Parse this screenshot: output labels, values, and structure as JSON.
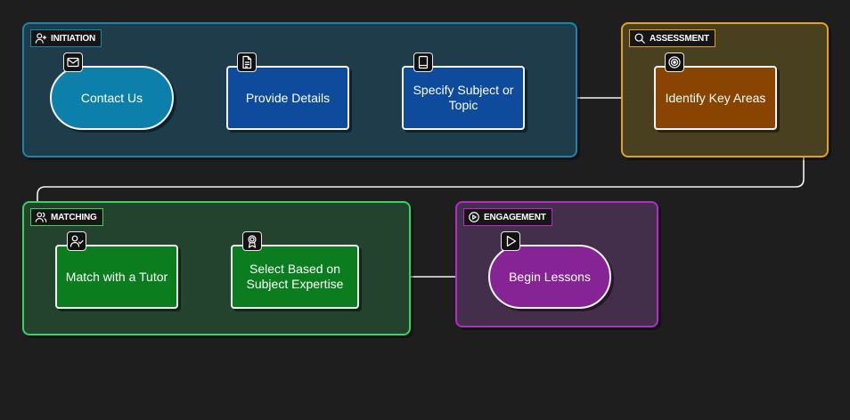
{
  "groups": {
    "initiation": {
      "label": "INITIATION",
      "icon": "user-plus-icon"
    },
    "assessment": {
      "label": "ASSESSMENT",
      "icon": "search-icon"
    },
    "matching": {
      "label": "MATCHING",
      "icon": "users-icon"
    },
    "engagement": {
      "label": "ENGAGEMENT",
      "icon": "play-circle-icon"
    }
  },
  "nodes": {
    "contact_us": {
      "label": "Contact Us",
      "icon": "mail-icon",
      "color": "#0d7fab"
    },
    "provide_details": {
      "label": "Provide Details",
      "icon": "document-icon",
      "color": "#0e4b9c"
    },
    "specify_subject": {
      "label": "Specify Subject or Topic",
      "icon": "book-icon",
      "color": "#0e4b9c"
    },
    "identify_areas": {
      "label": "Identify Key Areas",
      "icon": "target-icon",
      "color": "#8a4402"
    },
    "match_tutor": {
      "label": "Match with a Tutor",
      "icon": "user-check-icon",
      "color": "#0b7d1f"
    },
    "select_expertise": {
      "label": "Select Based on Subject Expertise",
      "icon": "award-icon",
      "color": "#0b7d1f"
    },
    "begin_lessons": {
      "label": "Begin Lessons",
      "icon": "play-icon",
      "color": "#862395"
    }
  },
  "colors": {
    "background": "#1e1e1e",
    "initiation_border": "#1b84ad",
    "assessment_border": "#e3a21a",
    "matching_border": "#35d45c",
    "engagement_border": "#b52cc7",
    "connector": "#f4f4f4"
  }
}
